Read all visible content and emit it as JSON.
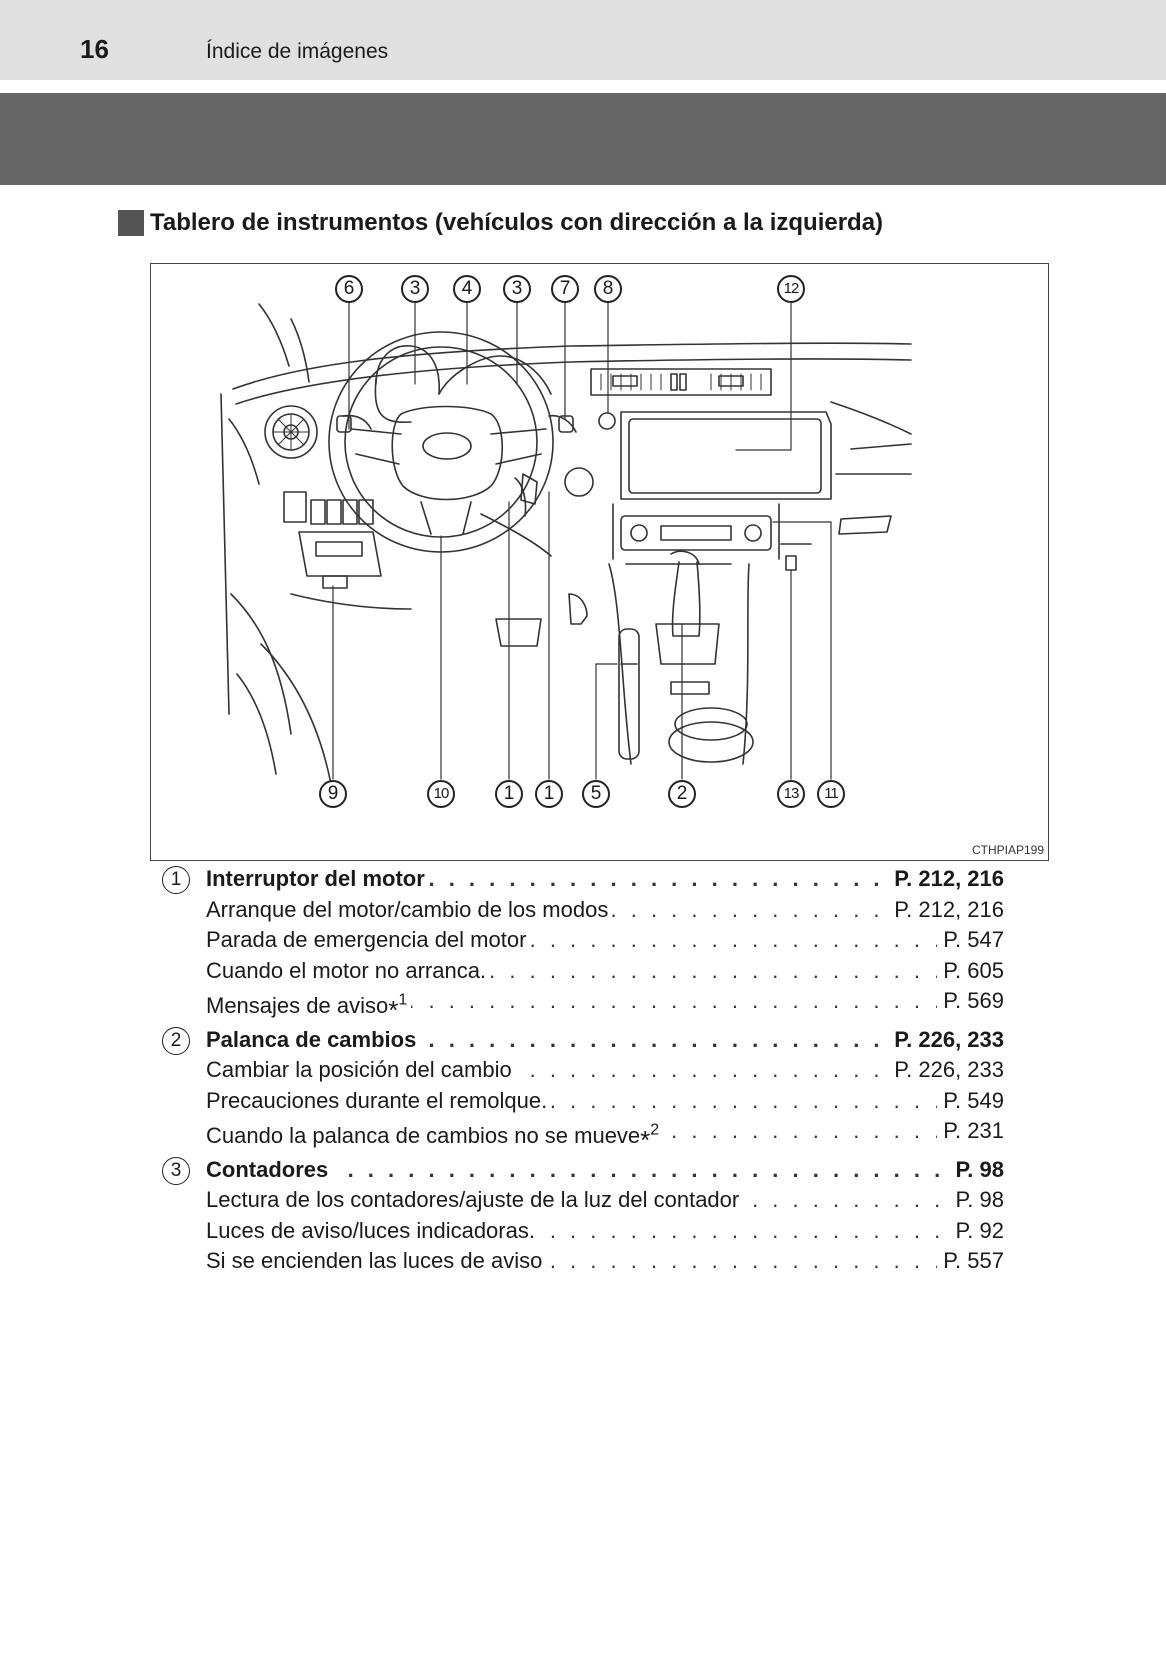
{
  "header": {
    "page_number": "16",
    "running_title": "Índice de imágenes"
  },
  "section": {
    "title": "Tablero de instrumentos (vehículos con dirección a la izquierda)"
  },
  "figure": {
    "code": "CTHPIAP199",
    "top_callouts": [
      "6",
      "3",
      "4",
      "3",
      "7",
      "8",
      "12"
    ],
    "bottom_callouts": [
      "9",
      "10",
      "1",
      "1",
      "5",
      "2",
      "13",
      "11"
    ]
  },
  "entries": [
    {
      "number": "1",
      "title": "Interruptor del motor",
      "title_page": "P. 212, 216",
      "items": [
        {
          "label": "Arranque del motor/cambio de los modos",
          "page": "P. 212, 216"
        },
        {
          "label": "Parada de emergencia del motor",
          "page": "P. 547"
        },
        {
          "label": "Cuando el motor no arranca.",
          "page": "P. 605"
        },
        {
          "label": "Mensajes de aviso",
          "note": "*",
          "note_num": "1",
          "page": "P. 569"
        }
      ]
    },
    {
      "number": "2",
      "title": "Palanca de cambios",
      "title_page": "P. 226, 233",
      "items": [
        {
          "label": "Cambiar la posición del cambio",
          "page": "P. 226, 233"
        },
        {
          "label": "Precauciones durante el remolque.",
          "page": "P. 549"
        },
        {
          "label": "Cuando la palanca de cambios no se mueve",
          "note": "*",
          "note_num": "2",
          "page": "P. 231"
        }
      ]
    },
    {
      "number": "3",
      "title": "Contadores",
      "title_page": "P. 98",
      "items": [
        {
          "label": "Lectura de los contadores/ajuste de la luz del contador",
          "page": "P. 98"
        },
        {
          "label": "Luces de aviso/luces indicadoras.",
          "page": "P. 92"
        },
        {
          "label": "Si se encienden las luces de aviso",
          "page": "P. 557"
        }
      ]
    }
  ]
}
